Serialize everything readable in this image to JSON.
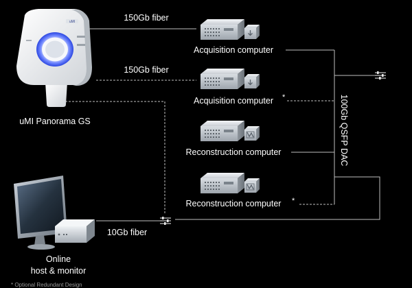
{
  "scanner": {
    "label": "uMI Panorama GS",
    "badge_text": "uMI"
  },
  "links": {
    "top_fiber": "150Gb fiber",
    "mid_fiber": "150Gb fiber",
    "host_fiber": "10Gb fiber",
    "backbone": "100Gb QSFP DAC"
  },
  "servers": [
    {
      "label": "Acquisition computer",
      "marker": ""
    },
    {
      "label": "Acquisition computer",
      "marker": "*"
    },
    {
      "label": "Reconstruction computer",
      "marker": ""
    },
    {
      "label": "Reconstruction computer",
      "marker": "*"
    }
  ],
  "host": {
    "label_line1": "Online",
    "label_line2": "host & monitor"
  },
  "footnote": "* Optional Redundant Design",
  "icons": {
    "scanner": "ct-scanner-icon",
    "server": "server-icon",
    "storage": "storage-box-icon",
    "switch": "network-switch-icon",
    "monitor": "monitor-icon",
    "mini_pc": "mini-pc-icon"
  },
  "colors": {
    "background": "#000000",
    "line": "#bfbfbf",
    "text": "#ffffff",
    "scanner_glow": "#3c5cff"
  }
}
